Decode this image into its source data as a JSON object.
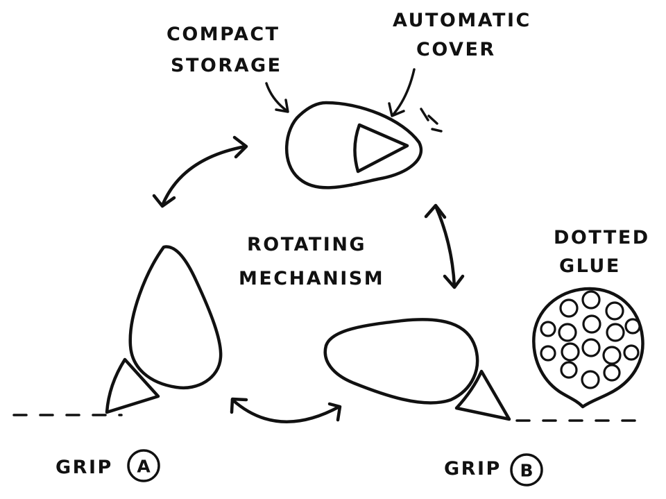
{
  "labels": {
    "compact_storage": [
      "COMPACT",
      "STORAGE"
    ],
    "automatic_cover": [
      "AUTOMATIC",
      "COVER"
    ],
    "rotating_mechanism": [
      "ROTATING",
      "MECHANISM"
    ],
    "dotted_glue": [
      "DOTTED",
      "GLUE"
    ],
    "grip_a": {
      "word": "GRIP",
      "letter": "A"
    },
    "grip_b": {
      "word": "GRIP",
      "letter": "B"
    }
  },
  "colors": {
    "ink": "#111111",
    "paper": "#ffffff"
  }
}
